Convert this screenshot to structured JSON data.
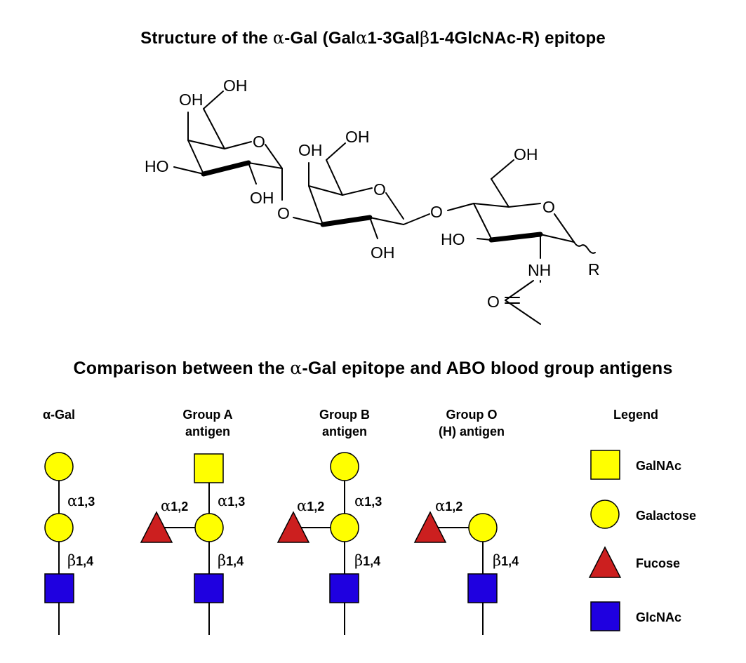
{
  "title_structure": {
    "prefix": "Structure of the ",
    "alpha": "α",
    "middle": "-Gal (Gal",
    "alpha2": "α",
    "mid2": "1-3Gal",
    "beta": "β",
    "suffix": "1-4GlcNAc-R) epitope"
  },
  "title_comparison": {
    "prefix": "Comparison between the ",
    "alpha": "α",
    "suffix": "-Gal epitope and ABO blood group antigens"
  },
  "molecule_labels": {
    "oh1": "OH",
    "oh2": "OH",
    "ho1": "HO",
    "oh3": "OH",
    "o_ring1": "O",
    "o_link1": "O",
    "oh4": "OH",
    "oh5": "OH",
    "o_ring2": "O",
    "oh6": "OH",
    "o_link2": "O",
    "oh7": "OH",
    "o_ring3": "O",
    "ho2": "HO",
    "nh": "NH",
    "r": "R",
    "o_carbonyl": "O"
  },
  "columns": [
    {
      "title_lines": [
        "α-Gal"
      ]
    },
    {
      "title_lines": [
        "Group A",
        "antigen"
      ]
    },
    {
      "title_lines": [
        "Group B",
        "antigen"
      ]
    },
    {
      "title_lines": [
        "Group O",
        "(H) antigen"
      ]
    }
  ],
  "linkages": {
    "a13": {
      "greek": "α",
      "num": "1,3"
    },
    "a12": {
      "greek": "α",
      "num": "1,2"
    },
    "b14": {
      "greek": "β",
      "num": "1,4"
    }
  },
  "legend": {
    "title": "Legend",
    "items": [
      {
        "label": "GalNAc",
        "shape": "square",
        "color": "#ffff00"
      },
      {
        "label": "Galactose",
        "shape": "circle",
        "color": "#ffff00"
      },
      {
        "label": "Fucose",
        "shape": "triangle",
        "color": "#cc1f1f"
      },
      {
        "label": "GlcNAc",
        "shape": "square",
        "color": "#1f00e0"
      }
    ]
  },
  "colors": {
    "galactose": "#ffff00",
    "galnac": "#ffff00",
    "fucose": "#cc1f1f",
    "glcnac": "#1f00e0"
  }
}
